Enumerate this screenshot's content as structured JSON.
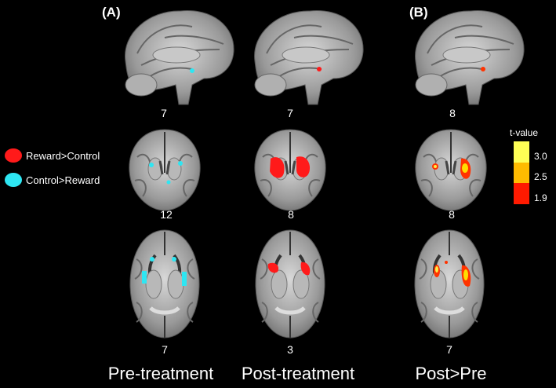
{
  "panels": {
    "a": "(A)",
    "b": "(B)"
  },
  "legend": {
    "reward_control": {
      "label": "Reward>Control",
      "color": "#ff1a1a"
    },
    "control_reward": {
      "label": "Control>Reward",
      "color": "#2ee6f2"
    }
  },
  "colorbar": {
    "title": "t-value",
    "ticks": [
      "3.0",
      "2.5",
      "1.9"
    ],
    "colors": [
      "#ffff55",
      "#ffbb00",
      "#ff1a00"
    ]
  },
  "slice_numbers": {
    "pre_sagittal": "7",
    "post_sagittal": "7",
    "diff_sagittal": "8",
    "pre_coronal": "12",
    "post_coronal": "8",
    "diff_coronal": "8",
    "pre_axial": "7",
    "post_axial": "3",
    "diff_axial": "7"
  },
  "captions": {
    "pre": "Pre-treatment",
    "post": "Post-treatment",
    "diff": "Post>Pre"
  }
}
